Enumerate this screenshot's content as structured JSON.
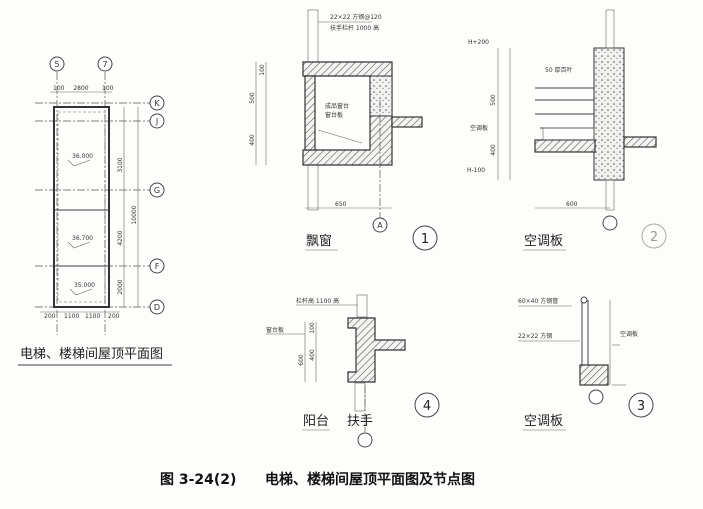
{
  "plan": {
    "title": "电梯、楼梯间屋顶平面图",
    "axes_top": [
      "5",
      "7"
    ],
    "axes_right": [
      "K",
      "J",
      "G",
      "F",
      "D"
    ],
    "top_dims": [
      "100",
      "2800",
      "100"
    ],
    "bottom_dims": [
      "200",
      "1100",
      "1100",
      "200"
    ],
    "right_dims": [
      "3100",
      "4200",
      "2000",
      "10000"
    ],
    "elevations": [
      "36.000",
      "36.700",
      "35.000"
    ]
  },
  "detail1": {
    "name": "飘窗",
    "number": "1",
    "axis": "A",
    "notes": [
      "22×22 方钢@120",
      "扶手栏杆 1000 高",
      "成品窗台",
      "窗台板"
    ],
    "dims": [
      "500",
      "400",
      "100",
      "650"
    ]
  },
  "detail2": {
    "name": "空调板",
    "number": "2",
    "levels": [
      "H+200",
      "H-100"
    ],
    "notes": [
      "50 厚百叶",
      "空调板"
    ],
    "dims": [
      "500",
      "400",
      "600"
    ]
  },
  "detail4": {
    "name": "阳台",
    "extra": "扶手",
    "number": "4",
    "notes": [
      "栏杆高 1100 高",
      "窗台板"
    ],
    "dims": [
      "100",
      "400",
      "600"
    ]
  },
  "detail3": {
    "name": "空调板",
    "number": "3",
    "notes": [
      "60×40 方钢管",
      "22×22 方钢",
      "空调板"
    ]
  },
  "caption": {
    "figure": "图 3-24(2)",
    "text": "电梯、楼梯间屋顶平面图及节点图"
  }
}
